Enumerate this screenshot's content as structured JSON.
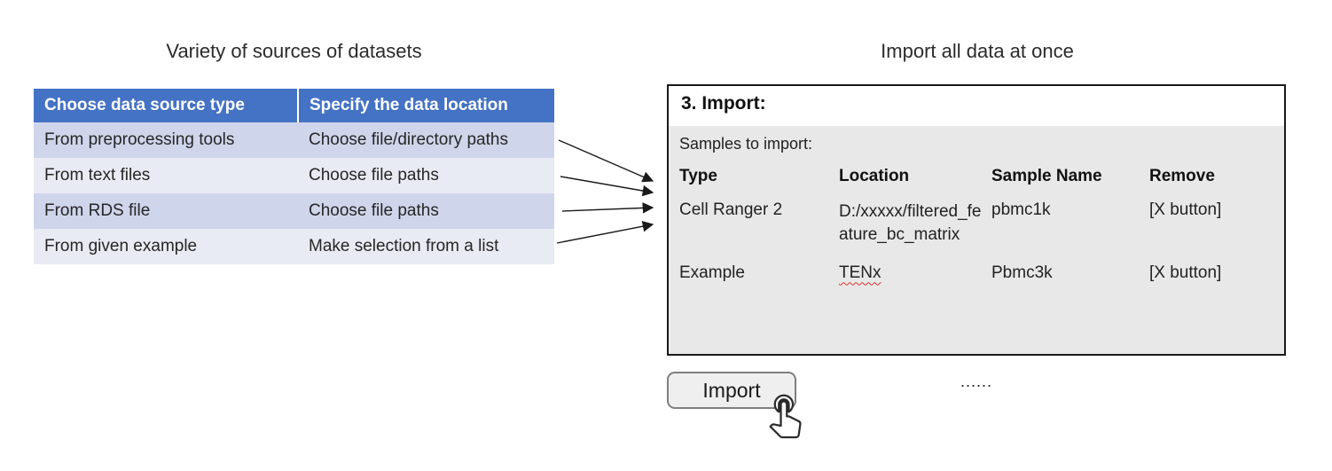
{
  "colors": {
    "header_bg": "#4472c4",
    "row_alt1": "#cfd5ea",
    "row_alt2": "#e9ebf4",
    "panel_bg": "#e8e8e8",
    "squiggle": "#e03030"
  },
  "left": {
    "title": "Variety of sources of datasets",
    "table": {
      "headers": [
        "Choose data source type",
        "Specify the data location"
      ],
      "rows": [
        [
          "From preprocessing tools",
          "Choose file/directory paths"
        ],
        [
          "From text files",
          "Choose file paths"
        ],
        [
          "From RDS file",
          "Choose file paths"
        ],
        [
          "From given example",
          "Make selection from a list"
        ]
      ]
    }
  },
  "right": {
    "title": "Import all data at once",
    "panel": {
      "heading": "3. Import:",
      "subheading": "Samples to import:",
      "table": {
        "headers": [
          "Type",
          "Location",
          "Sample Name",
          "Remove"
        ],
        "rows": [
          [
            "Cell Ranger 2",
            "D:/xxxxx/filtered_feature_bc_matrix",
            "pbmc1k",
            "[X button]"
          ],
          [
            "Example",
            "TENx",
            "Pbmc3k",
            "[X button]"
          ]
        ],
        "ellipsis": "......"
      }
    },
    "import_button_label": "Import"
  }
}
